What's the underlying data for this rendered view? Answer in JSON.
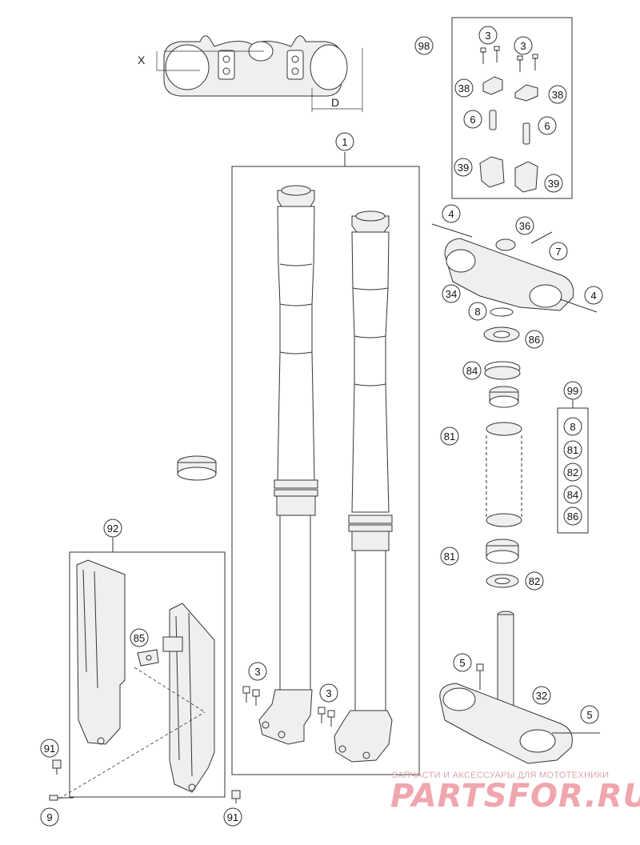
{
  "dimensions": {
    "x": "X",
    "d": "D"
  },
  "callouts": {
    "c1": "1",
    "c3a": "3",
    "c3b": "3",
    "c3c": "3",
    "c3d": "3",
    "c4a": "4",
    "c4b": "4",
    "c5a": "5",
    "c5b": "5",
    "c6a": "6",
    "c6b": "6",
    "c7": "7",
    "c8a": "8",
    "c8b": "8",
    "c9": "9",
    "c32": "32",
    "c34": "34",
    "c36": "36",
    "c38a": "38",
    "c38b": "38",
    "c39a": "39",
    "c39b": "39",
    "c81a": "81",
    "c81b": "81",
    "c81c": "81",
    "c82a": "82",
    "c82b": "82",
    "c84a": "84",
    "c84b": "84",
    "c85": "85",
    "c86a": "86",
    "c86b": "86",
    "c91a": "91",
    "c91b": "91",
    "c92": "92",
    "c98": "98",
    "c99": "99"
  },
  "watermark": {
    "subtitle": "ЗАПЧАСТИ И АКСЕССУАРЫ ДЛЯ МОТОТЕХНИКИ",
    "brand": "PARTSFOR.RU",
    "colors": {
      "brand": "#f0a6ad",
      "subtitle": "#d9a7aa"
    }
  },
  "colors": {
    "line": "#333333",
    "fill": "#efefef"
  }
}
